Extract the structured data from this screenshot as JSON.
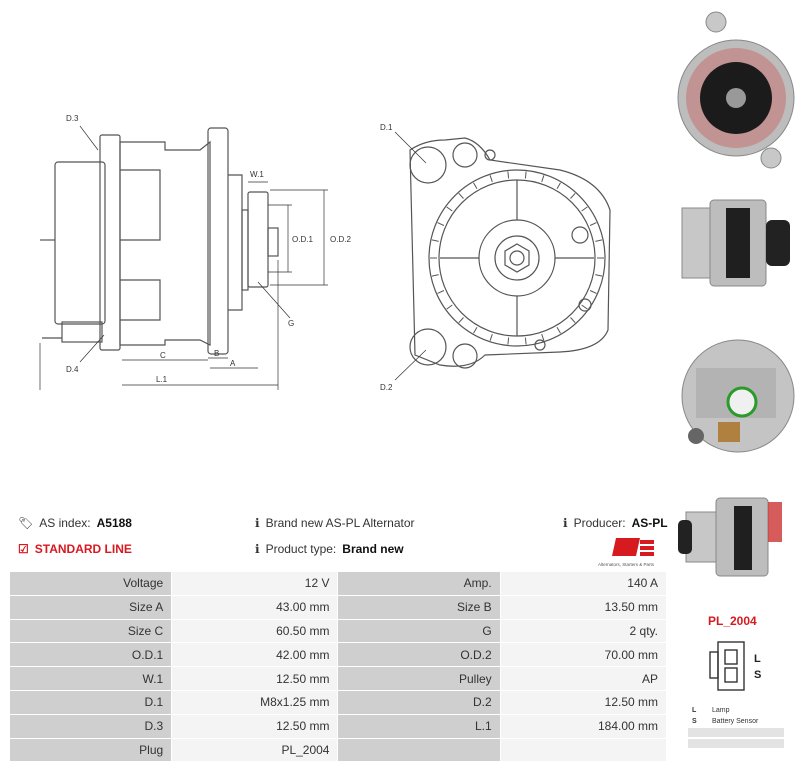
{
  "drawing": {
    "side_labels": {
      "d3": "D.3",
      "d4": "D.4",
      "w1": "W.1",
      "od1": "O.D.1",
      "od2": "O.D.2",
      "g": "G",
      "c": "C",
      "b": "B",
      "a": "A",
      "l1": "L.1"
    },
    "front_labels": {
      "d1": "D.1",
      "d2": "D.2"
    }
  },
  "info": {
    "as_index_label": "AS index:",
    "as_index_value": "A5188",
    "standard_line": "STANDARD LINE",
    "description": "Brand new AS-PL Alternator",
    "product_type_label": "Product type:",
    "product_type_value": "Brand new",
    "producer_label": "Producer:",
    "producer_value": "AS-PL",
    "logo_tagline": "Alternators, Starters & Parts"
  },
  "specs": [
    {
      "l1": "Voltage",
      "v1": "12 V",
      "l2": "Amp.",
      "v2": "140 A"
    },
    {
      "l1": "Size A",
      "v1": "43.00 mm",
      "l2": "Size B",
      "v2": "13.50 mm"
    },
    {
      "l1": "Size C",
      "v1": "60.50 mm",
      "l2": "G",
      "v2": "2 qty."
    },
    {
      "l1": "O.D.1",
      "v1": "42.00 mm",
      "l2": "O.D.2",
      "v2": "70.00 mm"
    },
    {
      "l1": "W.1",
      "v1": "12.50 mm",
      "l2": "Pulley",
      "v2": "AP"
    },
    {
      "l1": "D.1",
      "v1": "M8x1.25 mm",
      "l2": "D.2",
      "v2": "12.50 mm"
    },
    {
      "l1": "D.3",
      "v1": "12.50 mm",
      "l2": "L.1",
      "v2": "184.00 mm"
    },
    {
      "l1": "Plug",
      "v1": "PL_2004",
      "l2": "",
      "v2": ""
    }
  ],
  "plug": {
    "title": "PL_2004",
    "pins": [
      "L",
      "S"
    ],
    "legend": [
      {
        "key": "L",
        "value": "Lamp"
      },
      {
        "key": "S",
        "value": "Battery Sensor"
      },
      {
        "key": "",
        "value": ""
      },
      {
        "key": "",
        "value": ""
      }
    ]
  }
}
